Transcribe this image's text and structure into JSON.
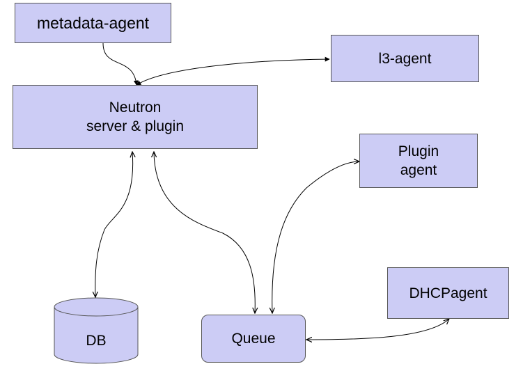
{
  "nodes": {
    "metadata_agent": "metadata-agent",
    "l3_agent": "l3-agent",
    "neutron_line1": "Neutron",
    "neutron_line2": "server & plugin",
    "plugin_agent_line1": "Plugin",
    "plugin_agent_line2": "agent",
    "dhcp_agent": "DHCPagent",
    "db": "DB",
    "queue": "Queue"
  },
  "edges": [
    {
      "from": "metadata-agent",
      "to": "Neutron server & plugin",
      "direction": "one-way"
    },
    {
      "from": "Neutron server & plugin",
      "to": "l3-agent",
      "direction": "both"
    },
    {
      "from": "Neutron server & plugin",
      "to": "DB",
      "direction": "both"
    },
    {
      "from": "Neutron server & plugin",
      "to": "Queue",
      "direction": "both"
    },
    {
      "from": "Queue",
      "to": "Plugin agent",
      "direction": "both"
    },
    {
      "from": "Queue",
      "to": "DHCPagent",
      "direction": "both"
    }
  ],
  "colors": {
    "node_fill": "#ccccf5",
    "node_border": "#555555",
    "edge": "#000000"
  }
}
